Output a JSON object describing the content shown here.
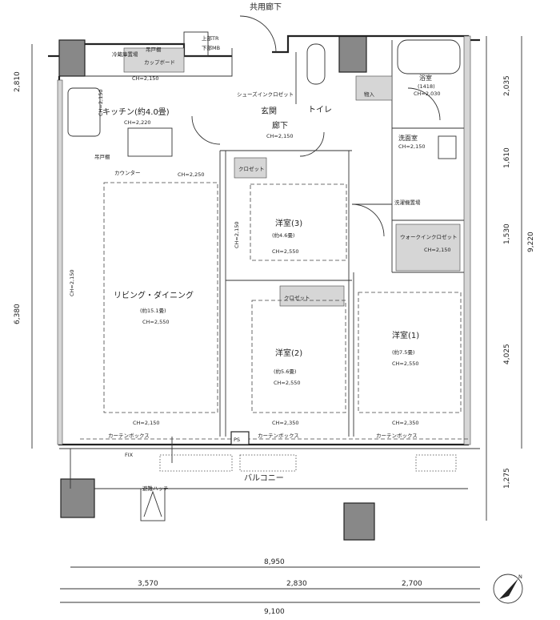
{
  "title": "共用廊下",
  "rooms": {
    "mb": "上部TR",
    "mb2": "下部MB",
    "fridge": "冷蔵庫置場",
    "wall_cabinet": "吊戸棚",
    "cupboard": "カップボード",
    "kitchen": "キッチン(約4.0畳)",
    "kitchen_ch": "CH=2,220",
    "kitchen_top_ch": "CH=2,150",
    "kitchen_side_ch": "CH=2,150",
    "wall_cabinet2": "吊戸棚",
    "counter": "カウンター",
    "ld_top_ch": "CH=2,250",
    "shoes": "シューズインクロゼット",
    "entrance": "玄関",
    "toilet": "トイレ",
    "hall": "廊下",
    "hall_ch": "CH=2,150",
    "storage": "物入",
    "bath": "浴室",
    "bath_size": "(1418)",
    "bath_ch": "CH=2,030",
    "washroom": "洗面室",
    "washroom_ch": "CH=2,150",
    "laundry": "洗濯機置場",
    "wic": "ウォークインクロゼット",
    "wic_ch": "CH=2,150",
    "r3": "洋室(3)",
    "r3_size": "(約4.6畳)",
    "r3_ch": "CH=2,550",
    "r3_side_ch": "CH=2,150",
    "ld": "リビング・ダイニング",
    "ld_size": "(約15.1畳)",
    "ld_ch": "CH=2,550",
    "ld_side_ch": "CH=2,150",
    "r2": "洋室(2)",
    "r2_size": "(約5.6畳)",
    "r2_ch": "CH=2,550",
    "r1": "洋室(1)",
    "r1_size": "(約7.5畳)",
    "r1_ch": "CH=2,550",
    "closet": "クロゼット",
    "ld_bottom_ch": "CH=2,150",
    "r2_bottom_ch": "CH=2,350",
    "r1_bottom_ch": "CH=2,350",
    "curtain": "カーテンボックス",
    "ps": "PS",
    "fix": "FIX",
    "balcony": "バルコニー",
    "hatch": "避難ハッチ"
  },
  "dimensions": {
    "right": [
      "2,035",
      "1,610",
      "1,530",
      "4,025",
      "1,275"
    ],
    "right_total": "9,220",
    "left": [
      "2,810",
      "6,380"
    ],
    "bottom_top": "8,950",
    "bottom": [
      "3,570",
      "2,830",
      "2,700"
    ],
    "bottom_total": "9,100"
  },
  "compass": "N"
}
